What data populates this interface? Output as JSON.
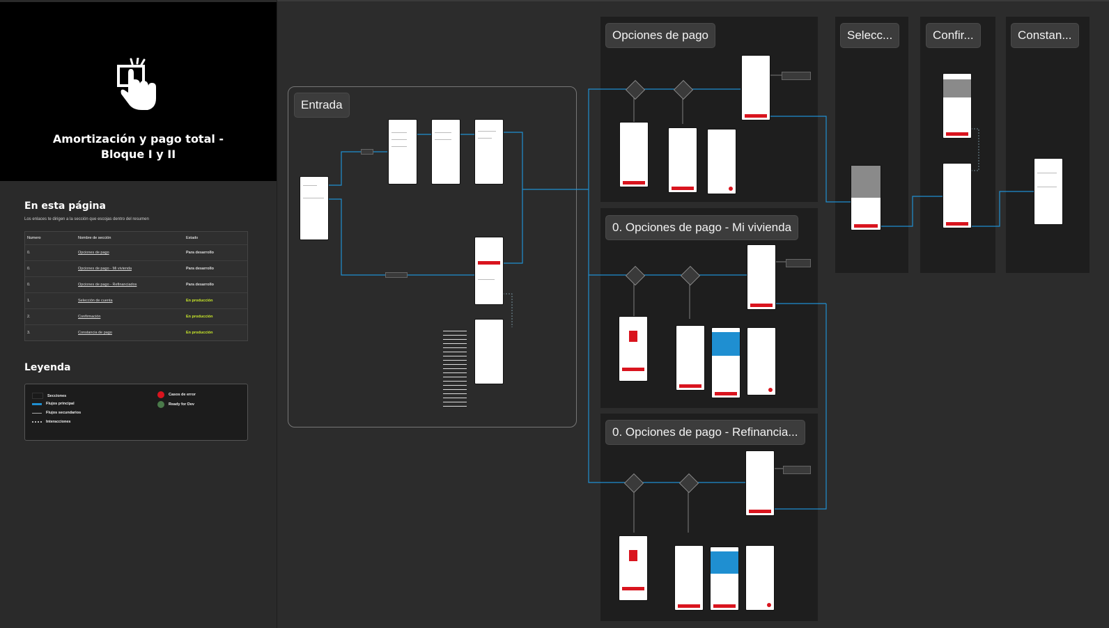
{
  "cover": {
    "title_line1": "Amortización y pago total -",
    "title_line2": "Bloque I y II"
  },
  "toc": {
    "heading": "En esta página",
    "subtitle": "Los enlaces te dirigen a la sección que escojas dentro del resumen",
    "columns": [
      "Numero",
      "Nombre de sección",
      "Estado"
    ],
    "rows": [
      {
        "num": "0.",
        "name": "Opciones de pago",
        "status": "Para desarrollo",
        "color": "#e8e8e8"
      },
      {
        "num": "0.",
        "name": "Opciones de pago - Mi vivienda",
        "status": "Para desarrollo",
        "color": "#e8e8e8"
      },
      {
        "num": "0.",
        "name": "Opciones de pago - Refinanciados",
        "status": "Para desarrollo",
        "color": "#e8e8e8"
      },
      {
        "num": "1.",
        "name": "Selección de cuenta",
        "status": "En producción",
        "color": "#c9e82a"
      },
      {
        "num": "2.",
        "name": "Confirmación",
        "status": "En producción",
        "color": "#c9e82a"
      },
      {
        "num": "3.",
        "name": "Constancia de pago",
        "status": "En producción",
        "color": "#c9e82a"
      }
    ]
  },
  "legend": {
    "heading": "Leyenda",
    "items": [
      {
        "label": "Secciones",
        "kind": "section-swatch"
      },
      {
        "label": "Flujos principal",
        "kind": "main-flow"
      },
      {
        "label": "Flujos secundarios",
        "kind": "secondary-flow"
      },
      {
        "label": "Interacciones",
        "kind": "interaction"
      },
      {
        "label": "Casos de error",
        "kind": "error",
        "color": "#d9141e"
      },
      {
        "label": "Ready for Dev",
        "kind": "ready",
        "color": "#4a7a4a"
      }
    ]
  },
  "sections": {
    "entrada": "Entrada",
    "opciones": "Opciones de pago",
    "vivienda": "0. Opciones de pago - Mi vivienda",
    "refin": "0. Opciones de pago - Refinancia...",
    "selecc": "Selecc...",
    "confir": "Confir...",
    "constan": "Constan..."
  },
  "colors": {
    "flow": "#1f8fd1",
    "brand_red": "#d9141e",
    "canvas": "#2c2c2c",
    "frame": "#1e1e1e"
  }
}
